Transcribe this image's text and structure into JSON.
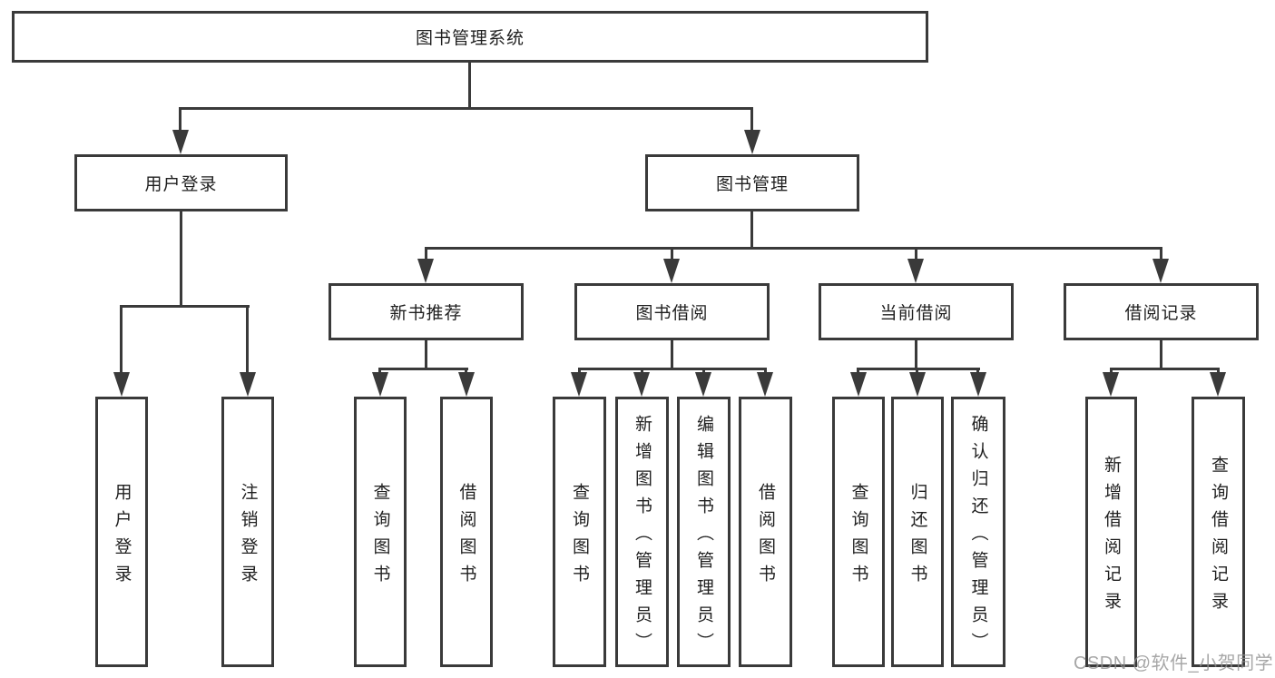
{
  "diagram": {
    "root": "图书管理系统",
    "branches": [
      {
        "label": "用户登录",
        "children": [
          "用户登录",
          "注销登录"
        ]
      },
      {
        "label": "图书管理",
        "sections": [
          {
            "label": "新书推荐",
            "children": [
              "查询图书",
              "借阅图书"
            ]
          },
          {
            "label": "图书借阅",
            "children": [
              "查询图书",
              "新增图书（管理员）",
              "编辑图书（管理员）",
              "借阅图书"
            ]
          },
          {
            "label": "当前借阅",
            "children": [
              "查询图书",
              "归还图书",
              "确认归还（管理员）"
            ]
          },
          {
            "label": "借阅记录",
            "children": [
              "新增借阅记录",
              "查询借阅记录"
            ]
          }
        ]
      }
    ],
    "watermark": "CSDN @软件_小贺同学",
    "colors": {
      "line": "#3a3a3a",
      "text": "#1f1f1f",
      "background": "#ffffff",
      "watermark": "#919191"
    }
  }
}
